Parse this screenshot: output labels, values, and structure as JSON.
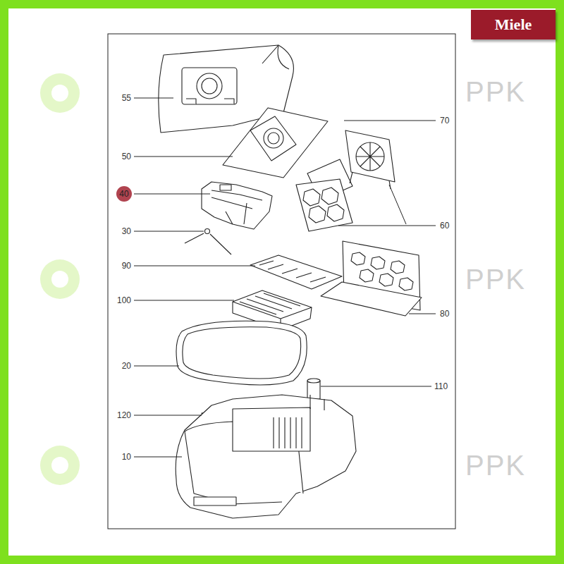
{
  "diagram": {
    "nodes": [
      {
        "text": [
          "Miele"
        ]
      },
      {
        "text": [
          "40"
        ]
      }
    ],
    "labels": [
      "55",
      "50",
      "30",
      "90",
      "100",
      "20",
      "120",
      "10",
      "70",
      "60",
      "80",
      "110",
      "PPK",
      "PPK",
      "PPK"
    ]
  }
}
